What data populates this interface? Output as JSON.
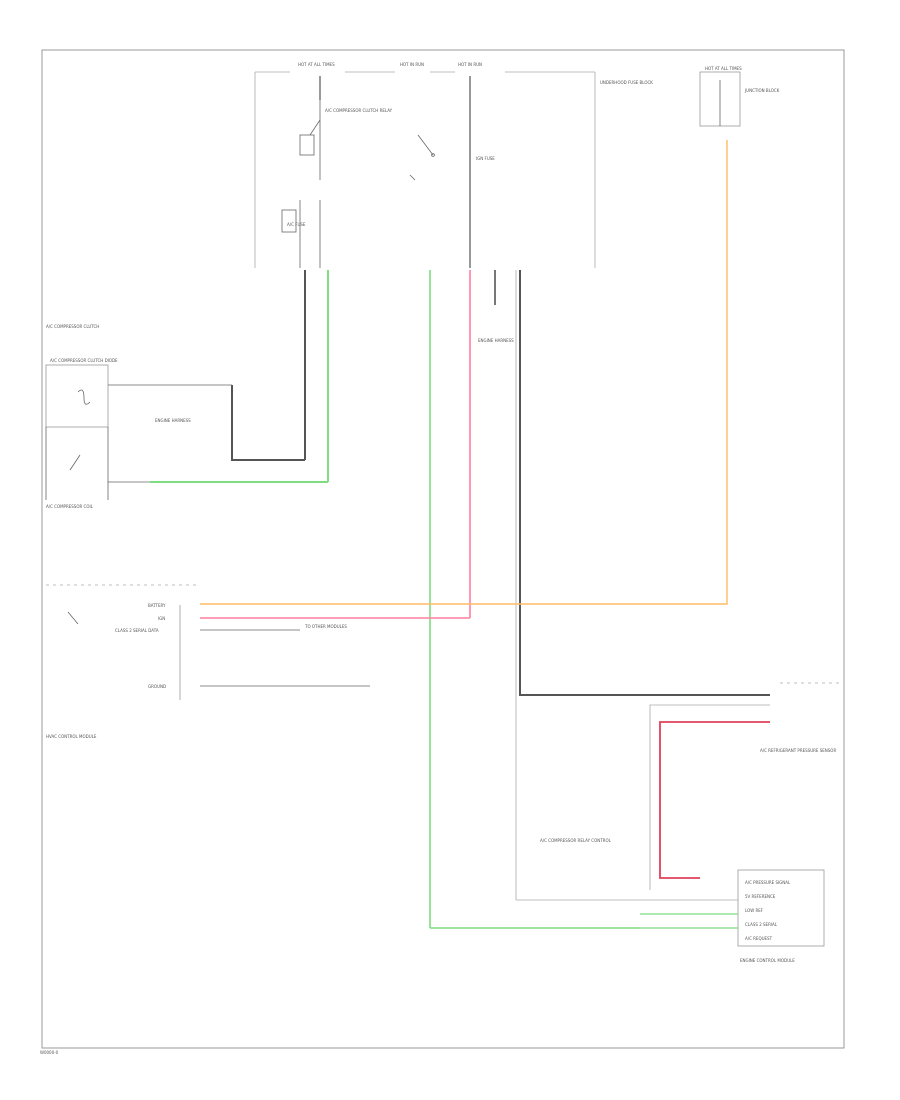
{
  "colors": {
    "frame": "#999999",
    "wire_black": "#555555",
    "wire_green": "#7fdc7f",
    "wire_pink": "#ff7f9f",
    "wire_red": "#e0405a",
    "wire_orange": "#ffbb66",
    "thin": "#aaaaaa"
  },
  "labels": {
    "underhood_fuse_block": "UNDERHOOD FUSE BLOCK",
    "hot_at_all_times_1": "HOT AT ALL TIMES",
    "hot_in_run_1": "HOT IN RUN",
    "hot_in_run_2": "HOT IN RUN",
    "hot_at_all_times_2": "HOT AT ALL TIMES",
    "compressor_clutch_relay": "A/C COMPRESSOR CLUTCH RELAY",
    "ac_fuse": "A/C FUSE",
    "ign_fuse": "IGN FUSE",
    "junction_block": "JUNCTION BLOCK",
    "engine_harness": "ENGINE HARNESS",
    "compressor_clutch": "A/C COMPRESSOR CLUTCH",
    "compressor_diode": "A/C COMPRESSOR CLUTCH DIODE",
    "compressor_coil": "A/C COMPRESSOR COIL",
    "hvac_control": "HVAC CONTROL MODULE",
    "battery": "BATTERY",
    "ign": "IGN",
    "class2": "CLASS 2 SERIAL DATA",
    "ground": "GROUND",
    "to_other_modules": "TO OTHER MODULES",
    "refrigerant_pressure_sensor": "A/C REFRIGERANT PRESSURE SENSOR",
    "compressor_relay_control": "A/C COMPRESSOR RELAY CONTROL",
    "ecm": "ENGINE CONTROL MODULE",
    "ecm_pins": [
      "A/C PRESSURE SIGNAL",
      "5V REFERENCE",
      "LOW REF",
      "CLASS 2 SERIAL",
      "A/C REQUEST"
    ],
    "footer": "W0000-0"
  }
}
